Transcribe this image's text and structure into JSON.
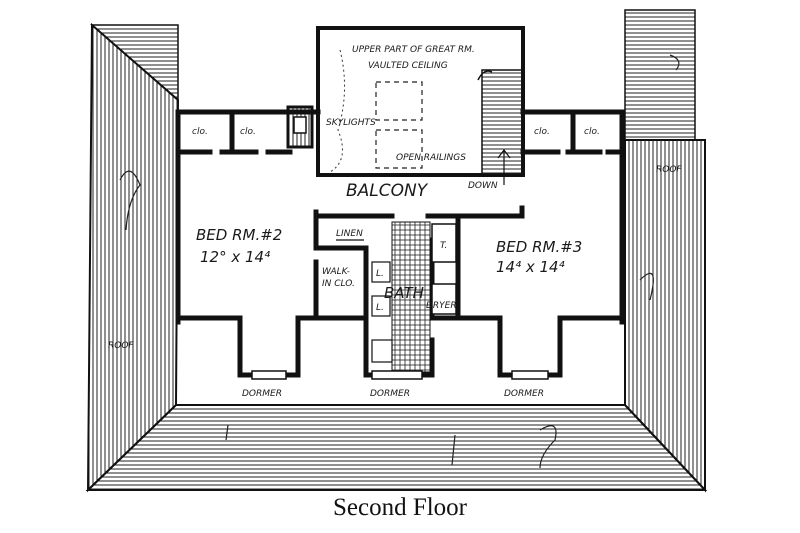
{
  "plan": {
    "upper_part": "UPPER PART OF GREAT RM.",
    "vaulted_ceiling": "VAULTED CEILING",
    "skylights": "SKYLIGHTS",
    "open_railings": "OPEN RAILINGS",
    "balcony": "BALCONY",
    "down": "DOWN",
    "closet": "clo.",
    "bed2_name": "BED RM.#2",
    "bed2_size": "12° x 14⁴",
    "bed3_name": "BED RM.#3",
    "bed3_size": "14⁴ x 14⁴",
    "linen": "LINEN",
    "walk_in_clo_1": "WALK-",
    "walk_in_clo_2": "IN CLO.",
    "bath": "BATH",
    "dryer": "DRYER",
    "t_mark": "T.",
    "l_mark": "L.",
    "roof": "ROOF",
    "dormer": "DORMER"
  },
  "caption": "Second Floor"
}
